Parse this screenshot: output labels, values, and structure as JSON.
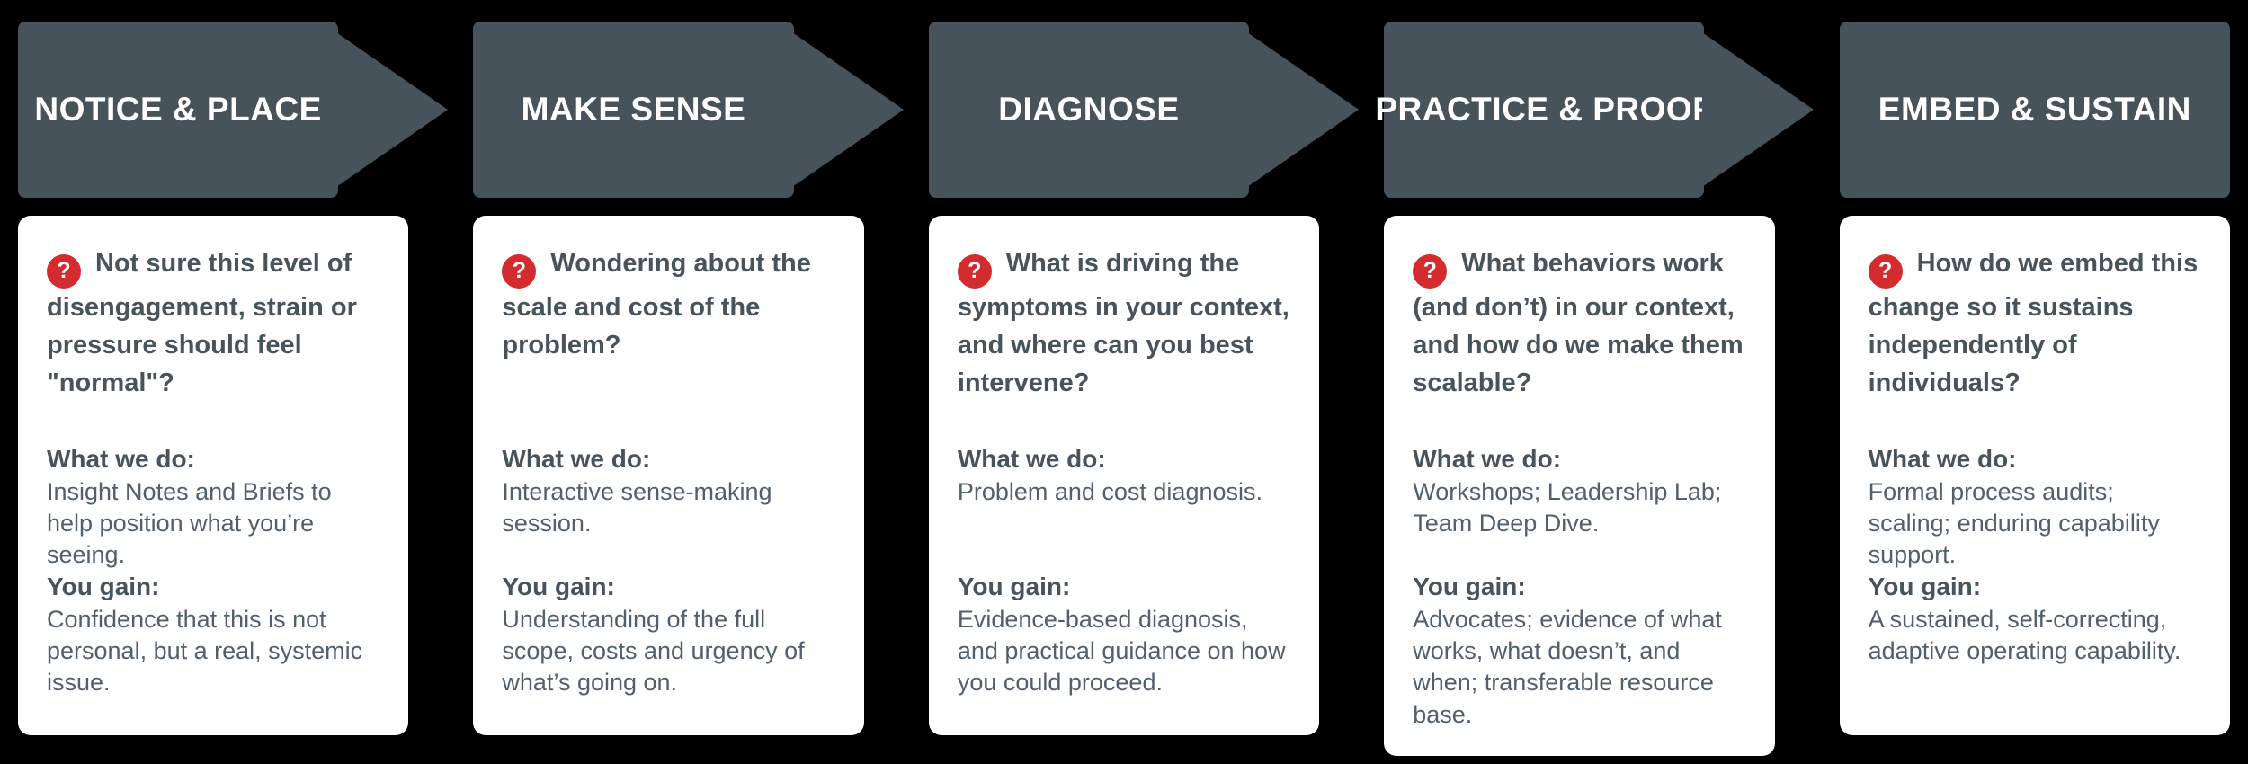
{
  "icon": {
    "glyph": "?"
  },
  "labels": {
    "what": "What we do:",
    "gain": "You gain:"
  },
  "colors": {
    "background": "#000000",
    "arrow": "#46535b",
    "card": "#ffffff",
    "heading_text": "#47545c",
    "body_text": "#51606a",
    "question_icon": "#d32b2e"
  },
  "stages": [
    {
      "title": "NOTICE & PLACE",
      "question": "Not sure this level of disengagement, strain or pressure should feel \"normal\"?",
      "what": "Insight Notes and Briefs to help position what you’re seeing.",
      "gain": "Confidence that this is not personal, but a real, systemic issue."
    },
    {
      "title": "MAKE SENSE",
      "question": "Wondering about the scale and cost of the problem?",
      "what": "Interactive sense-making session.",
      "gain": "Understanding of the full scope, costs and urgency of what’s going on."
    },
    {
      "title": "DIAGNOSE",
      "question": "What is driving the symptoms in your context, and where can you best intervene?",
      "what": "Problem and cost diagnosis.",
      "gain": "Evidence-based diagnosis, and practical guidance on how you could proceed."
    },
    {
      "title": "PRACTICE & PROOF",
      "question": "What behaviors work (and don’t) in our context, and how do we make them scalable?",
      "what": "Workshops; Leadership Lab; Team Deep Dive.",
      "gain": "Advocates; evidence of what works, what doesn’t, and when; transferable resource base."
    },
    {
      "title": "EMBED & SUSTAIN",
      "question": "How do we embed this change so it sustains independently of individuals?",
      "what": "Formal process audits; scaling; enduring capability support.",
      "gain": "A sustained, self-correcting, adaptive operating capability."
    }
  ]
}
